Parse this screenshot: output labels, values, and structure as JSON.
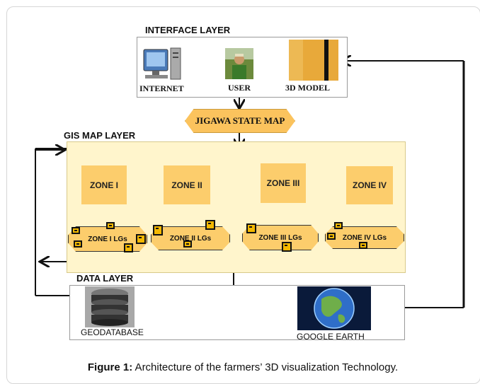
{
  "layers": {
    "interface": "INTERFACE LAYER",
    "gis": "GIS MAP LAYER",
    "data": "DATA LAYER"
  },
  "interface": {
    "internet": "INTERNET",
    "user": "USER",
    "model": "3D MODEL"
  },
  "map_title": "JIGAWA STATE MAP",
  "zones": [
    "ZONE I",
    "ZONE II",
    "ZONE III",
    "ZONE IV"
  ],
  "lgs": [
    "ZONE I LGs",
    "ZONE II LGs",
    "ZONE III LGs",
    "ZONE IV LGs"
  ],
  "data_layer": {
    "geodatabase": "GEODATABASE",
    "google_earth": "GOOGLE EARTH"
  },
  "caption": {
    "prefix": "Figure 1:",
    "text": " Architecture of the farmers’ 3D visualization Technology."
  },
  "colors": {
    "zone_fill": "#fccd6c",
    "gis_layer_fill": "#fff5cc",
    "marker_fill": "#f4b800"
  }
}
